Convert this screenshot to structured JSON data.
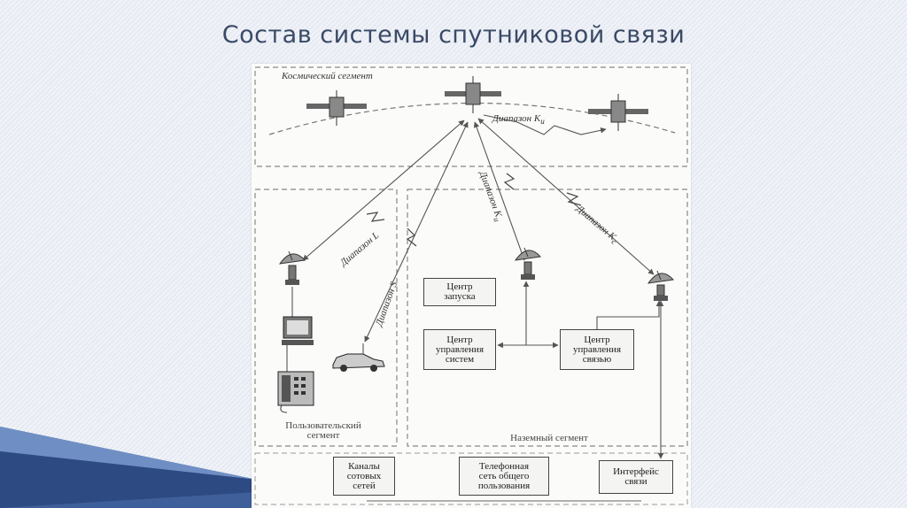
{
  "slide": {
    "title": "Состав системы спутниковой связи"
  },
  "diagram": {
    "segments": {
      "space": "Космический сегмент",
      "user": "Пользовательский\nсегмент",
      "ground": "Наземный сегмент"
    },
    "bands": {
      "ku": "Диапазон K",
      "ku_sub": "u",
      "l": "Диапазон L",
      "s": "Диапазон S",
      "ku2": "Диапазон K",
      "ku2_sub": "u",
      "kc": "Диапазон K",
      "kc_sub": "c"
    },
    "boxes": {
      "launch_center": "Центр\nзапуска",
      "system_control": "Центр\nуправления\nсистем",
      "comm_control": "Центр\nуправления\nсвязью",
      "cellular": "Каналы\nсотовых\nсетей",
      "phone_network": "Телефонная\nсеть общего\nпользования",
      "interface": "Интерфейс\nсвязи"
    },
    "icons": [
      "satellite-icon",
      "dish-antenna-icon",
      "computer-icon",
      "telephone-icon",
      "car-icon"
    ]
  }
}
